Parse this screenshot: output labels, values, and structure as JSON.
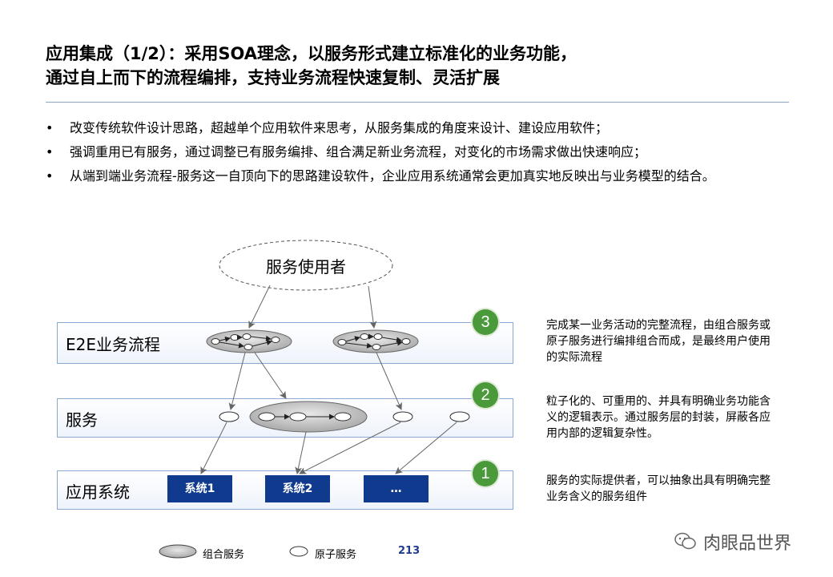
{
  "title_line1": "应用集成（1/2）：采用SOA理念，以服务形式建立标准化的业务功能，",
  "title_line2": "通过自上而下的流程编排，支持业务流程快速复制、灵活扩展",
  "bullets": [
    "改变传统软件设计思路，超越单个应用软件来思考，从服务集成的角度来设计、建设应用软件；",
    "强调重用已有服务，通过调整已有服务编排、组合满足新业务流程，对变化的市场需求做出快速响应；",
    "从端到端业务流程-服务这一自顶向下的思路建设软件，企业应用系统通常会更加真实地反映出与业务模型的结合。"
  ],
  "bullet_symbol": "•",
  "diagram": {
    "user": "服务使用者",
    "layers": {
      "e2e": {
        "label": "E2E业务流程",
        "num": "3",
        "desc": "完成某一业务活动的完整流程，由组合服务或原子服务进行编排组合而成，是最终用户使用的实际流程"
      },
      "service": {
        "label": "服务",
        "num": "2",
        "desc": "粒子化的、可重用的、并具有明确业务功能含义的逻辑表示。通过服务层的封装，屏蔽各应用内部的逻辑复杂性。"
      },
      "app": {
        "label": "应用系统",
        "num": "1",
        "desc": "服务的实际提供者，可以抽象出具有明确完整业务含义的服务组件"
      }
    },
    "systems": [
      "系统1",
      "系统2",
      "…"
    ]
  },
  "legend": {
    "composite": "组合服务",
    "atomic": "原子服务"
  },
  "page_number": "213",
  "watermark": "肉眼品世界",
  "colors": {
    "band_border": "#8aaad4",
    "system_box": "#103a8e",
    "badge": "#4a9a3c",
    "page_number": "#1f3b8f"
  }
}
